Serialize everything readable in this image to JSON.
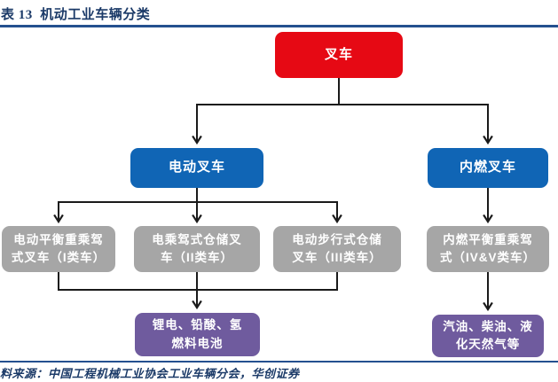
{
  "header": {
    "title": "表 13  机动工业车辆分类"
  },
  "footer": {
    "source": "料来源：中国工程机械工业协会工业车辆分会，华创证券"
  },
  "colors": {
    "red": "#e60914",
    "blue": "#1065b5",
    "gray": "#a6a6a6",
    "purple": "#6f5b9e",
    "navy": "#1b3a68",
    "rule": "#24508f",
    "line": "#1a1a1a"
  },
  "diagram": {
    "nodes": {
      "root": {
        "label": "叉车"
      },
      "electric": {
        "label": "电动叉车"
      },
      "combustion": {
        "label": "内燃叉车"
      },
      "class1": {
        "lines": [
          "电动平衡重乘驾",
          "式叉车（I类车）"
        ]
      },
      "class2": {
        "lines": [
          "电乘驾式仓储叉",
          "车（II类车）"
        ]
      },
      "class3": {
        "lines": [
          "电动步行式仓储",
          "叉车（III类车）"
        ]
      },
      "class4_5": {
        "lines": [
          "内燃平衡重乘驾",
          "式（IV&V类车）"
        ]
      },
      "electric_power": {
        "lines": [
          "锂电、铅酸、氢",
          "燃料电池"
        ]
      },
      "combustion_power": {
        "lines": [
          "汽油、柴油、液",
          "化天然气等"
        ]
      }
    }
  }
}
